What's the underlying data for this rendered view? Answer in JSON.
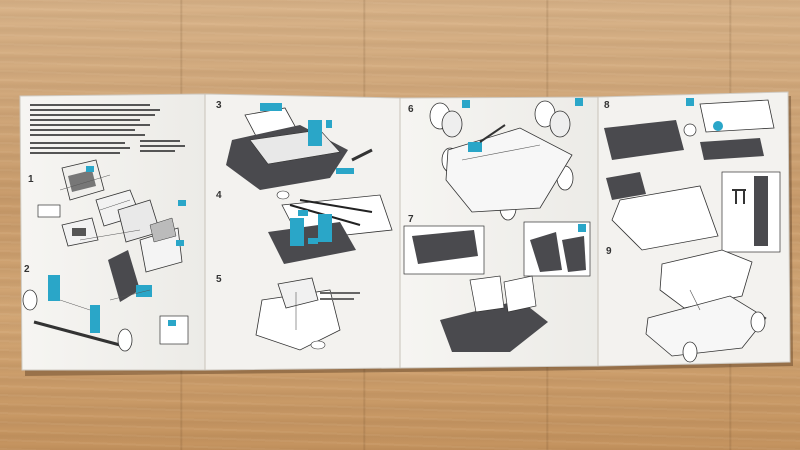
{
  "scene": {
    "description_tags": [
      "instruction-sheet",
      "model-kit",
      "wooden-floor"
    ],
    "colors": {
      "paper": "#f4f3f0",
      "ink": "#2a2a2a",
      "accent": "#2aa6c8",
      "dark_part": "#4a4a4e",
      "wood": "#cfa16f"
    }
  },
  "panels": [
    {
      "steps": [
        "1",
        "2"
      ]
    },
    {
      "steps": [
        "3",
        "4",
        "5"
      ]
    },
    {
      "steps": [
        "6",
        "7"
      ]
    },
    {
      "steps": [
        "8",
        "9"
      ]
    }
  ],
  "step_numbers": {
    "s1": "1",
    "s2": "2",
    "s3": "3",
    "s4": "4",
    "s5": "5",
    "s6": "6",
    "s7": "7",
    "s8": "8",
    "s9": "9"
  }
}
